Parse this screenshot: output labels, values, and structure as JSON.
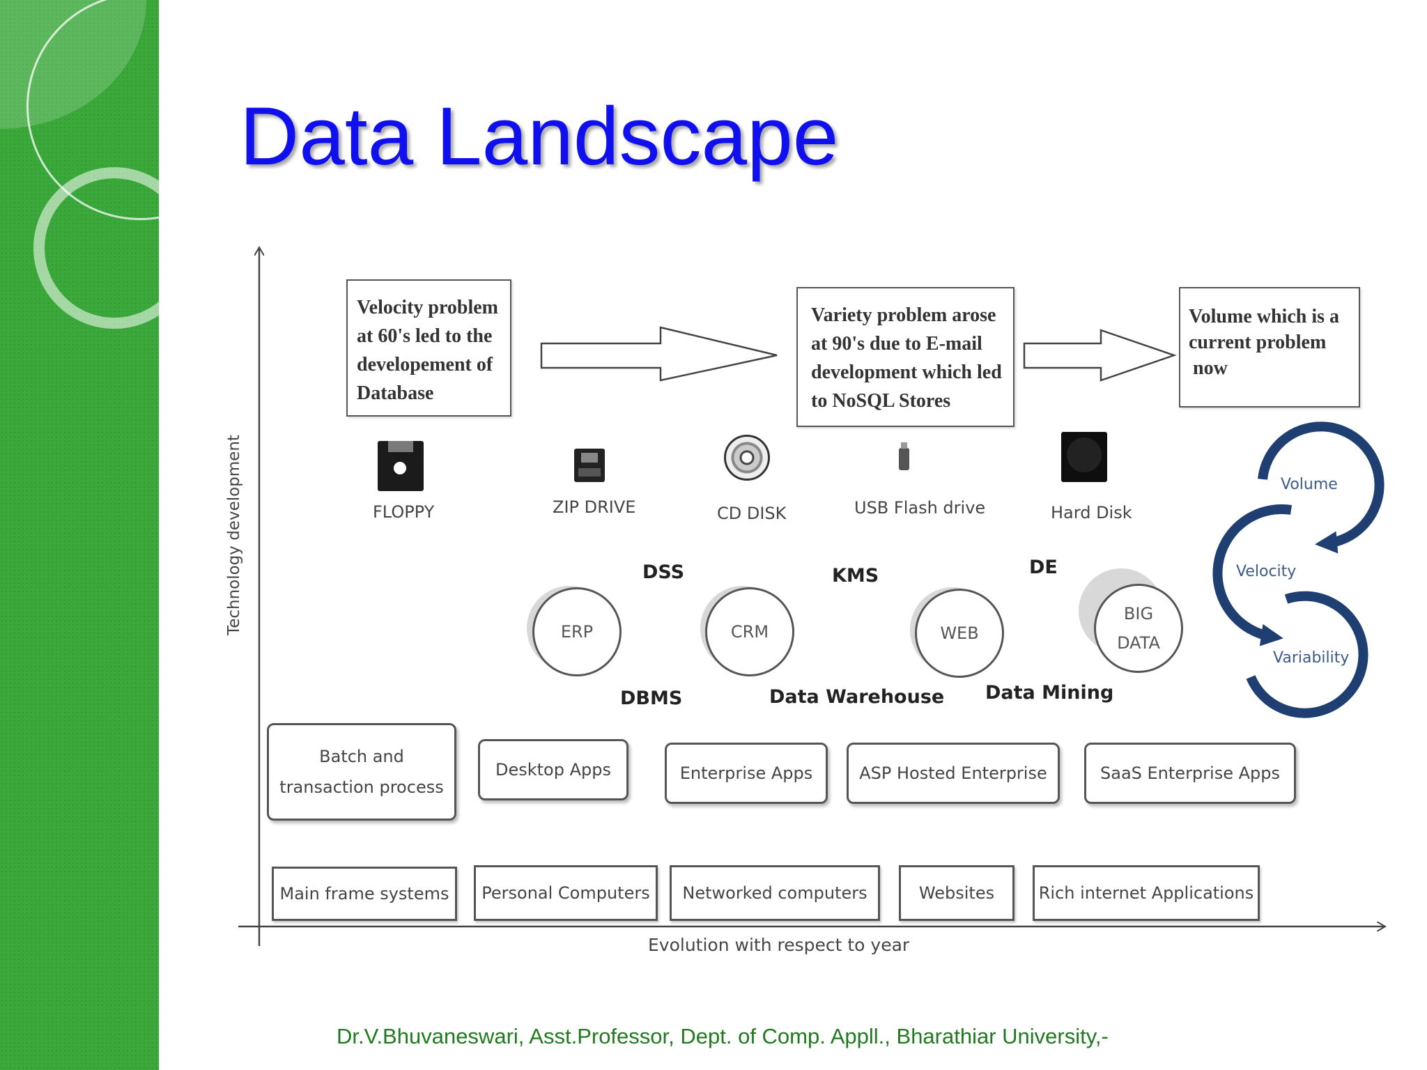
{
  "slide": {
    "title": "Data Landscape",
    "footer": "Dr.V.Bhuvaneswari, Asst.Professor, Dept. of Comp. Appll., Bharathiar University,-"
  },
  "diagram": {
    "y_axis_label": "Technology development",
    "x_axis_label": "Evolution with respect to year",
    "problems": [
      {
        "lines": [
          "Velocity problem",
          "at 60's led to the",
          "developement of",
          "Database"
        ]
      },
      {
        "lines": [
          "Variety problem arose",
          "at 90's due to E-mail",
          "development which led",
          "to NoSQL Stores"
        ]
      },
      {
        "lines": [
          "Volume which is a",
          "current problem",
          "now"
        ]
      }
    ],
    "devices": [
      {
        "label": "FLOPPY",
        "icon": "floppy-icon"
      },
      {
        "label": "ZIP DRIVE",
        "icon": "zip-drive-icon"
      },
      {
        "label": "CD DISK",
        "icon": "cd-disk-icon"
      },
      {
        "label": "USB Flash drive",
        "icon": "usb-drive-icon"
      },
      {
        "label": "Hard Disk",
        "icon": "hard-disk-icon"
      }
    ],
    "upper_labels": [
      "DSS",
      "KMS",
      "DE"
    ],
    "circles": [
      {
        "lines": [
          "ERP"
        ]
      },
      {
        "lines": [
          "CRM"
        ]
      },
      {
        "lines": [
          "WEB"
        ]
      },
      {
        "lines": [
          "BIG",
          "DATA"
        ]
      }
    ],
    "lower_labels": [
      "DBMS",
      "Data Warehouse",
      "Data Mining"
    ],
    "applications": [
      {
        "lines": [
          "Batch and",
          "transaction process"
        ]
      },
      {
        "lines": [
          "Desktop Apps"
        ]
      },
      {
        "lines": [
          "Enterprise Apps"
        ]
      },
      {
        "lines": [
          "ASP Hosted Enterprise"
        ]
      },
      {
        "lines": [
          "SaaS Enterprise Apps"
        ]
      }
    ],
    "systems": [
      "Main frame systems",
      "Personal Computers",
      "Networked computers",
      "Websites",
      "Rich internet Applications"
    ],
    "cycle": [
      "Volume",
      "Velocity",
      "Variability"
    ],
    "colors": {
      "sidebar": "#3aa83a",
      "title": "#1010ee",
      "footer": "#1f7a1f",
      "cycle": "#1f3f73"
    }
  }
}
